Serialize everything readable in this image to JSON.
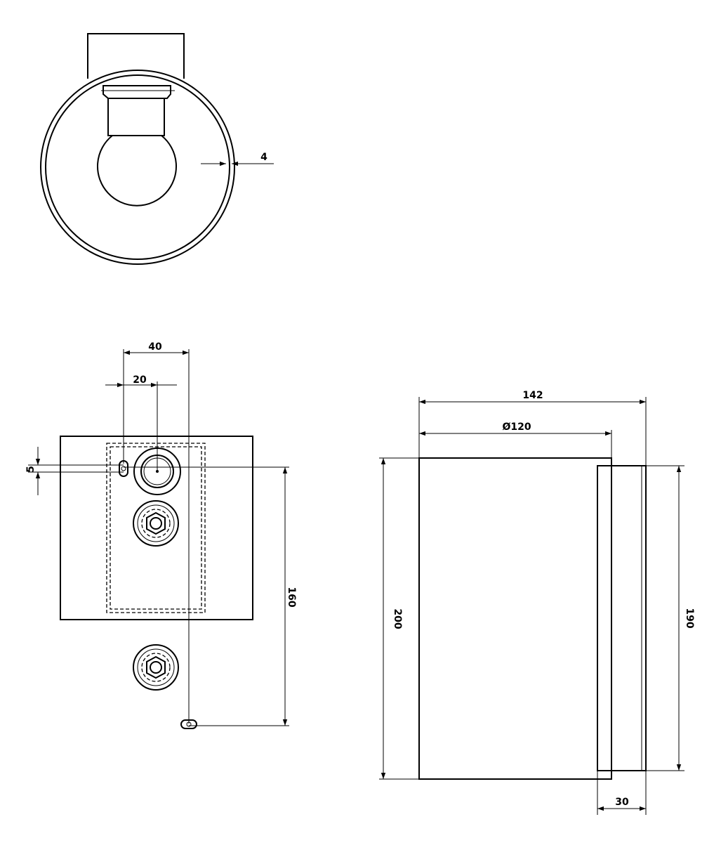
{
  "drawing": {
    "dimensions": {
      "wall_thickness": "4",
      "hole_offset_40": "40",
      "center_offset_20": "20",
      "hole_dia_5": "5",
      "hole_spacing_160": "160",
      "overall_depth_142": "142",
      "shade_diameter": "Ø120",
      "overall_height_200": "200",
      "base_height_190": "190",
      "base_depth_30": "30"
    }
  }
}
